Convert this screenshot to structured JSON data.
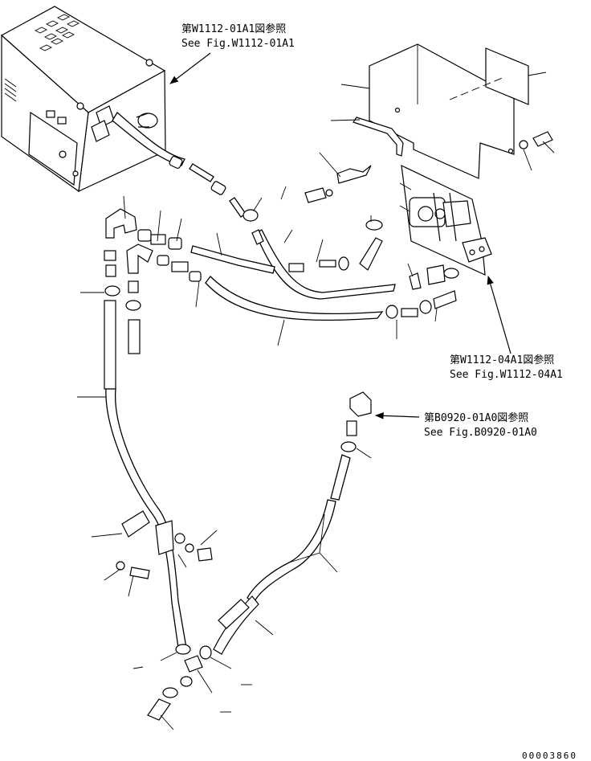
{
  "references": [
    {
      "jp": "第W1112-01A1図参照",
      "en": "See Fig.W1112-01A1"
    },
    {
      "jp": "第W1112-04A1図参照",
      "en": "See Fig.W1112-04A1"
    },
    {
      "jp": "第B0920-01A0図参照",
      "en": "See Fig.B0920-01A0"
    }
  ],
  "document_number": "00003860"
}
